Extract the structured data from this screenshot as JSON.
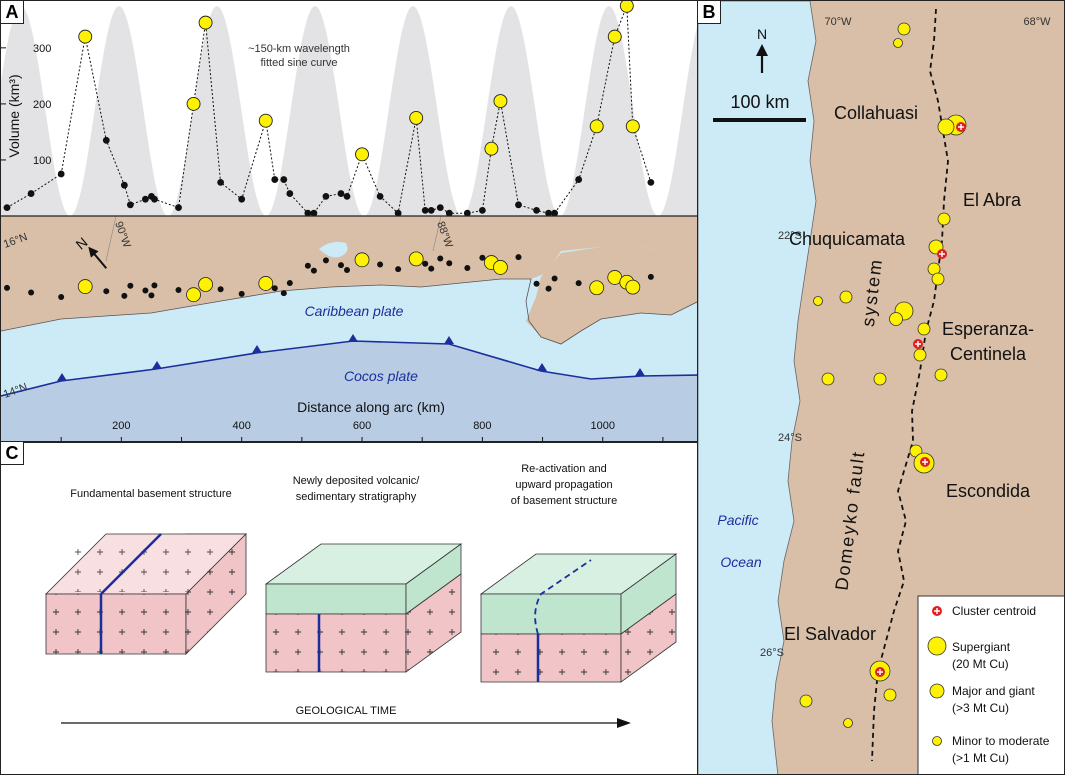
{
  "panel_a": {
    "label": "A",
    "ylabel": "Volume (km³)",
    "yticks": [
      "100",
      "200",
      "300"
    ],
    "annotation_line1": "~150-km wavelength",
    "annotation_line2": "fitted sine curve",
    "xlabel": "Distance along arc (km)",
    "xticks": [
      "200",
      "400",
      "600",
      "800",
      "1000"
    ],
    "lat_16": "16°N",
    "lat_14": "14°N",
    "lon_90": "90°W",
    "lon_88": "88°W",
    "north": "N",
    "plate_caribbean": "Caribbean plate",
    "plate_cocos": "Cocos plate"
  },
  "panel_b": {
    "label": "B",
    "lon_70": "70°W",
    "lon_68": "68°W",
    "lat_22": "22°S",
    "lat_24": "24°S",
    "lat_26": "26°S",
    "north": "N",
    "scale_label": "100 km",
    "ocean_line1": "Pacific",
    "ocean_line2": "Ocean",
    "fault_word1": "Domeyko fault",
    "fault_word2": "system",
    "deposits": [
      "Collahuasi",
      "El Abra",
      "Chuquicamata",
      "Esperanza-",
      "Centinela",
      "Escondida",
      "El Salvador"
    ],
    "legend": {
      "centroid": "Cluster centroid",
      "supergiant_1": "Supergiant",
      "supergiant_2": "(20 Mt Cu)",
      "major_1": "Major and giant",
      "major_2": "(>3 Mt Cu)",
      "minor_1": "Minor to moderate",
      "minor_2": "(>1 Mt Cu)"
    }
  },
  "panel_c": {
    "label": "C",
    "caption1": "Fundamental basement structure",
    "caption2_line1": "Newly deposited volcanic/",
    "caption2_line2": "sedimentary stratigraphy",
    "caption3_line1": "Re-activation and",
    "caption3_line2": "upward propagation",
    "caption3_line3": "of basement structure",
    "time_label": "GEOLOGICAL TIME"
  },
  "colors": {
    "land": "#d9bfa7",
    "ocean": "#cdeaf7",
    "cocos": "#b8cce4",
    "gold": "#fff200",
    "pink": "#f1c4c8",
    "green": "#bfe5cf",
    "fault": "#1b2f9c"
  },
  "chart_data": {
    "type": "line",
    "xlabel": "Distance along arc (km)",
    "ylabel": "Volume (km³)",
    "xlim": [
      0,
      1160
    ],
    "ylim": [
      0,
      380
    ],
    "x": [
      10,
      50,
      100,
      140,
      175,
      205,
      215,
      240,
      250,
      255,
      295,
      320,
      340,
      365,
      400,
      440,
      455,
      470,
      480,
      510,
      520,
      540,
      565,
      575,
      600,
      630,
      660,
      690,
      705,
      715,
      730,
      745,
      775,
      800,
      815,
      830,
      860,
      890,
      910,
      920,
      960,
      990,
      1020,
      1040,
      1050,
      1080
    ],
    "y": [
      15,
      40,
      75,
      320,
      135,
      55,
      20,
      30,
      35,
      30,
      15,
      200,
      345,
      60,
      30,
      170,
      65,
      65,
      40,
      5,
      5,
      35,
      40,
      35,
      110,
      35,
      5,
      175,
      10,
      10,
      15,
      5,
      5,
      10,
      120,
      205,
      20,
      10,
      5,
      5,
      65,
      160,
      320,
      375,
      160,
      60
    ],
    "sizes": [
      "minor",
      "minor",
      "minor",
      "major",
      "minor",
      "minor",
      "minor",
      "minor",
      "minor",
      "minor",
      "minor",
      "major",
      "major",
      "minor",
      "minor",
      "major",
      "minor",
      "minor",
      "minor",
      "minor",
      "minor",
      "minor",
      "minor",
      "minor",
      "major",
      "minor",
      "minor",
      "major",
      "minor",
      "minor",
      "minor",
      "minor",
      "minor",
      "minor",
      "major",
      "major",
      "minor",
      "minor",
      "minor",
      "minor",
      "minor",
      "major",
      "major",
      "major",
      "major",
      "minor"
    ]
  }
}
